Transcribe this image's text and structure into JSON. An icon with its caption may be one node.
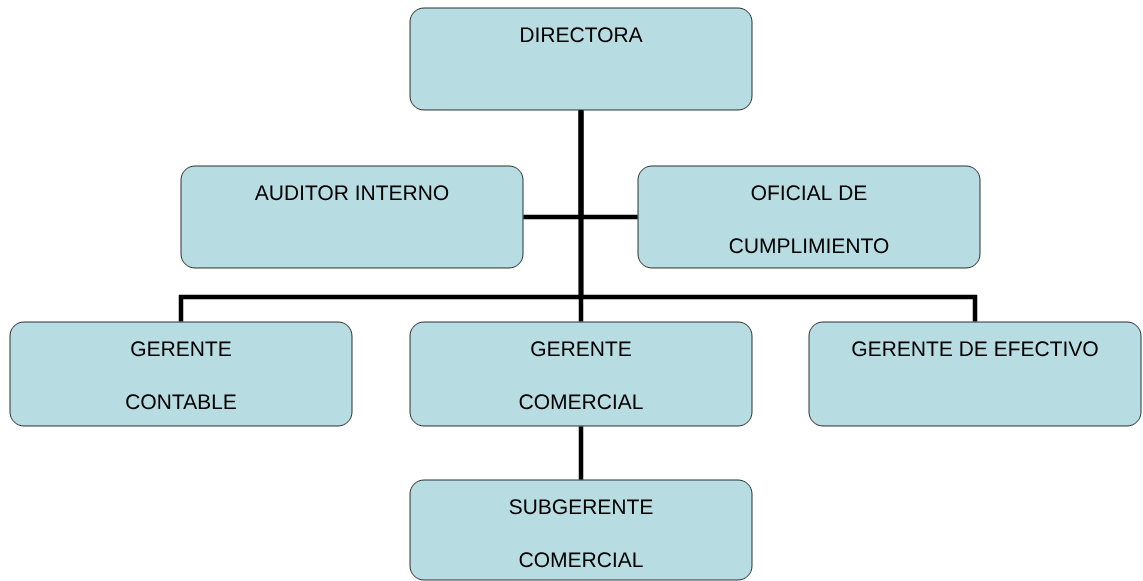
{
  "diagram": {
    "nodes": [
      {
        "text": [
          "DIRECTORA"
        ]
      },
      {
        "text": [
          "AUDITOR INTERNO"
        ]
      },
      {
        "text": [
          "OFICIAL DE CUMPLIMIENTO"
        ]
      },
      {
        "text": [
          "GERENTE CONTABLE"
        ]
      },
      {
        "text": [
          "GERENTE COMERCIAL"
        ]
      },
      {
        "text": [
          "GERENTE DE EFECTIVO"
        ]
      },
      {
        "text": [
          "SUBGERENTE COMERCIAL"
        ]
      }
    ],
    "edges": [
      {
        "from": 0,
        "to": 1,
        "arrow": "none"
      },
      {
        "from": 0,
        "to": 2,
        "arrow": "none"
      },
      {
        "from": 0,
        "to": 3,
        "arrow": "none"
      },
      {
        "from": 0,
        "to": 4,
        "arrow": "none"
      },
      {
        "from": 0,
        "to": 5,
        "arrow": "none"
      },
      {
        "from": 4,
        "to": 6,
        "arrow": "none"
      }
    ]
  }
}
